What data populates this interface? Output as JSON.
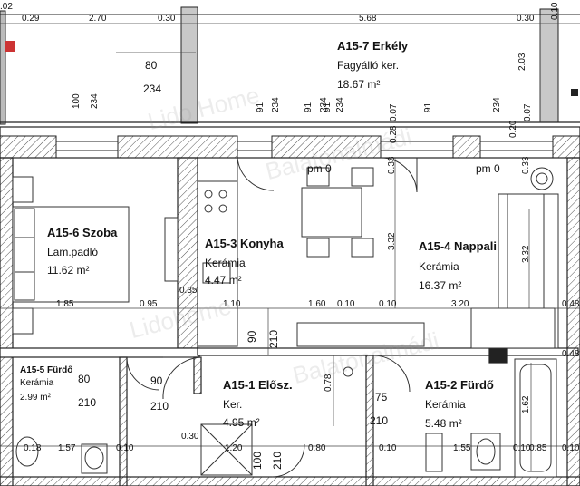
{
  "rooms": {
    "erkely": {
      "name": "A15-7 Erkély",
      "floor": "Fagyálló ker.",
      "area": "18.67 m²"
    },
    "szoba": {
      "name": "A15-6 Szoba",
      "floor": "Lam.padló",
      "area": "11.62 m²"
    },
    "konyha": {
      "name": "A15-3 Konyha",
      "floor": "Kerámia",
      "area": "4.47 m²"
    },
    "nappali": {
      "name": "A15-4 Nappali",
      "floor": "Kerámia",
      "area": "16.37 m²"
    },
    "furdo5": {
      "name": "A15-5 Fürdő",
      "floor": "Kerámia",
      "area": "2.99 m²"
    },
    "eloszoba": {
      "name": "A15-1 Elősz.",
      "floor": "Ker.",
      "area": "4.95 m²"
    },
    "furdo2": {
      "name": "A15-2 Fürdő",
      "floor": "Kerámia",
      "area": "5.48 m²"
    }
  },
  "level_marks": [
    "pm 0",
    "pm 0"
  ],
  "dims": {
    "top_a": "0.29",
    "top_b": "2.70",
    "top_c": "0.30",
    "top_d": "5.68",
    "top_e": "0.30",
    "top_left": ".02",
    "right_top": "0.10",
    "right_203": "2.03",
    "win_80": "80",
    "win_234": "234",
    "v_100": "100",
    "v_234a": "234",
    "v_91a": "91",
    "v_234b": "234",
    "v_91b": "91",
    "v_234c": "234",
    "v_91c": "91",
    "v_234d": "234",
    "v_91d": "91",
    "v_234e": "234",
    "v_007a": "0.07",
    "v_028": "0.28",
    "v_007b": "0.07",
    "v_020": "0.20",
    "v_033a": "0.33",
    "v_033b": "0.33",
    "v_332a": "3.32",
    "v_332b": "3.32",
    "d_185": "1.85",
    "d_095": "0.95",
    "d_035": "0.35",
    "d_110": "1.10",
    "d_160": "1.60",
    "d_010a": "0.10",
    "d_010b": "0.10",
    "d_320": "3.20",
    "d_048a": "0.48",
    "d_048b": "0.48",
    "v_90a": "90",
    "v_210a": "210",
    "v_078": "0.78",
    "v_162": "1.62",
    "f_80": "80",
    "f_210": "210",
    "f_90": "90",
    "f_210b": "210",
    "f_75": "75",
    "f_210c": "210",
    "b_018": "0.18",
    "b_157": "1.57",
    "b_010": "0.10",
    "b_030": "0.30",
    "b_120": "1.20",
    "b_100": "100",
    "b_210": "210",
    "b_080": "0.80",
    "b_010b": "0.10",
    "b_155": "1.55",
    "b_010c": "0.10",
    "b_085": "0.85",
    "b_010d": "0.10"
  },
  "watermarks": [
    "Lido Home",
    "Balatonalmádi",
    "Lidohome",
    "Balatonalmádi"
  ]
}
